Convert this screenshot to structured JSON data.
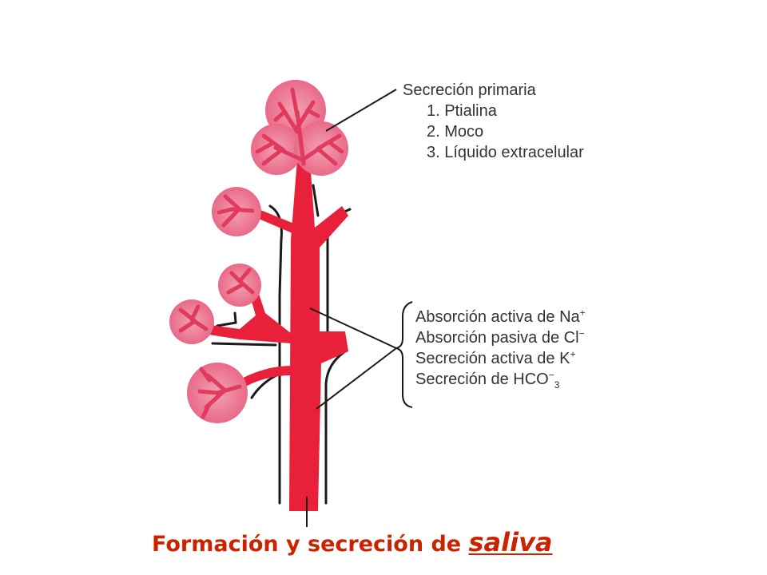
{
  "primary_label": "Secreción primaria",
  "primary_items": [
    "1. Ptialina",
    "2. Moco",
    "3. Líquido extracelular"
  ],
  "duct_items": [
    {
      "text": "Absorción activa de Na",
      "sup": "+",
      "sub": ""
    },
    {
      "text": "Absorción pasiva de Cl",
      "sup": "−",
      "sub": ""
    },
    {
      "text": "Secreción activa de K",
      "sup": "+",
      "sub": ""
    },
    {
      "text": "Secreción de HCO",
      "sup": "−",
      "sub": "3"
    }
  ],
  "caption": {
    "text": "Formación y secreción de ",
    "emphasis": "saliva"
  },
  "colors": {
    "duct": "#e8203a",
    "acinus": "#f07c96",
    "acinus_dark": "#e03a5c",
    "outline": "#1a1a1a",
    "caption": "#cc2200"
  }
}
